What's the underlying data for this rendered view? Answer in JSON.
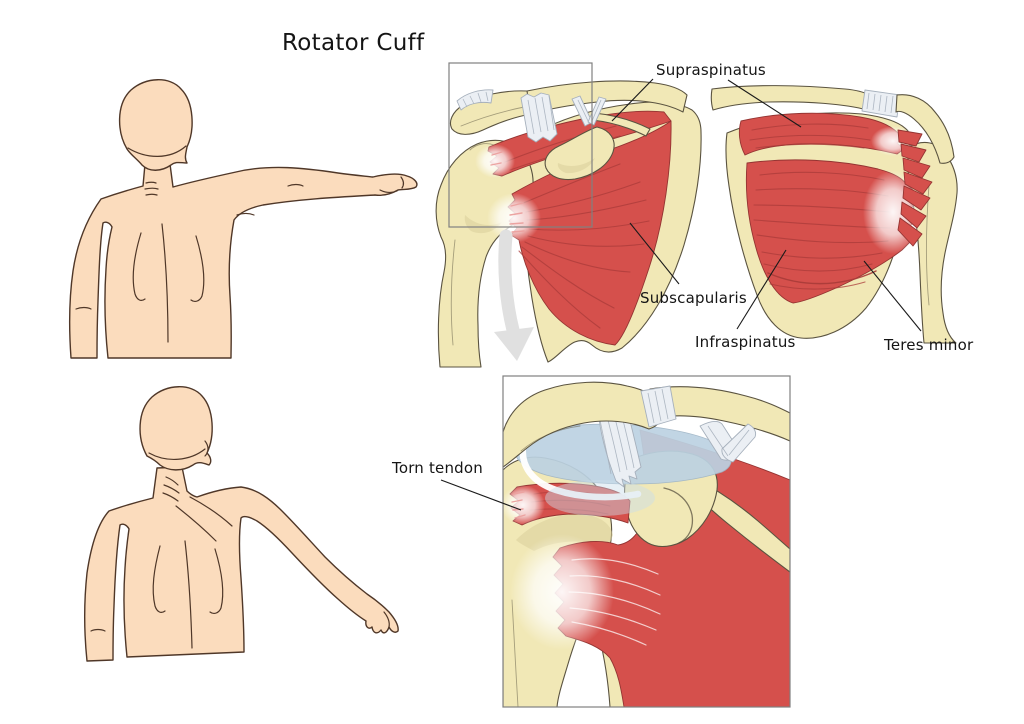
{
  "title": "Rotator Cuff",
  "labels": {
    "supraspinatus": "Supraspinatus",
    "subscapularis": "Subscapularis",
    "infraspinatus": "Infraspinatus",
    "teres_minor": "Teres minor",
    "torn_tendon": "Torn tendon"
  },
  "colors": {
    "background": "#FFFFFF",
    "skin": "#FBDCBD",
    "skin_outline": "#4F3728",
    "bone": "#F1E8B6",
    "bone_outline": "#5A5340",
    "bone_shade": "#D9CD9B",
    "muscle": "#D5504C",
    "muscle_fiber": "#A93B39",
    "muscle_outline": "#943432",
    "ligament": "#EBEFF4",
    "ligament_stroke": "#A6B0BC",
    "bursa": "#BCD2E2",
    "arrow": "#E0E0E0",
    "label_text": "#151515",
    "label_line": "#1A1A1A",
    "box_border": "#808080"
  }
}
